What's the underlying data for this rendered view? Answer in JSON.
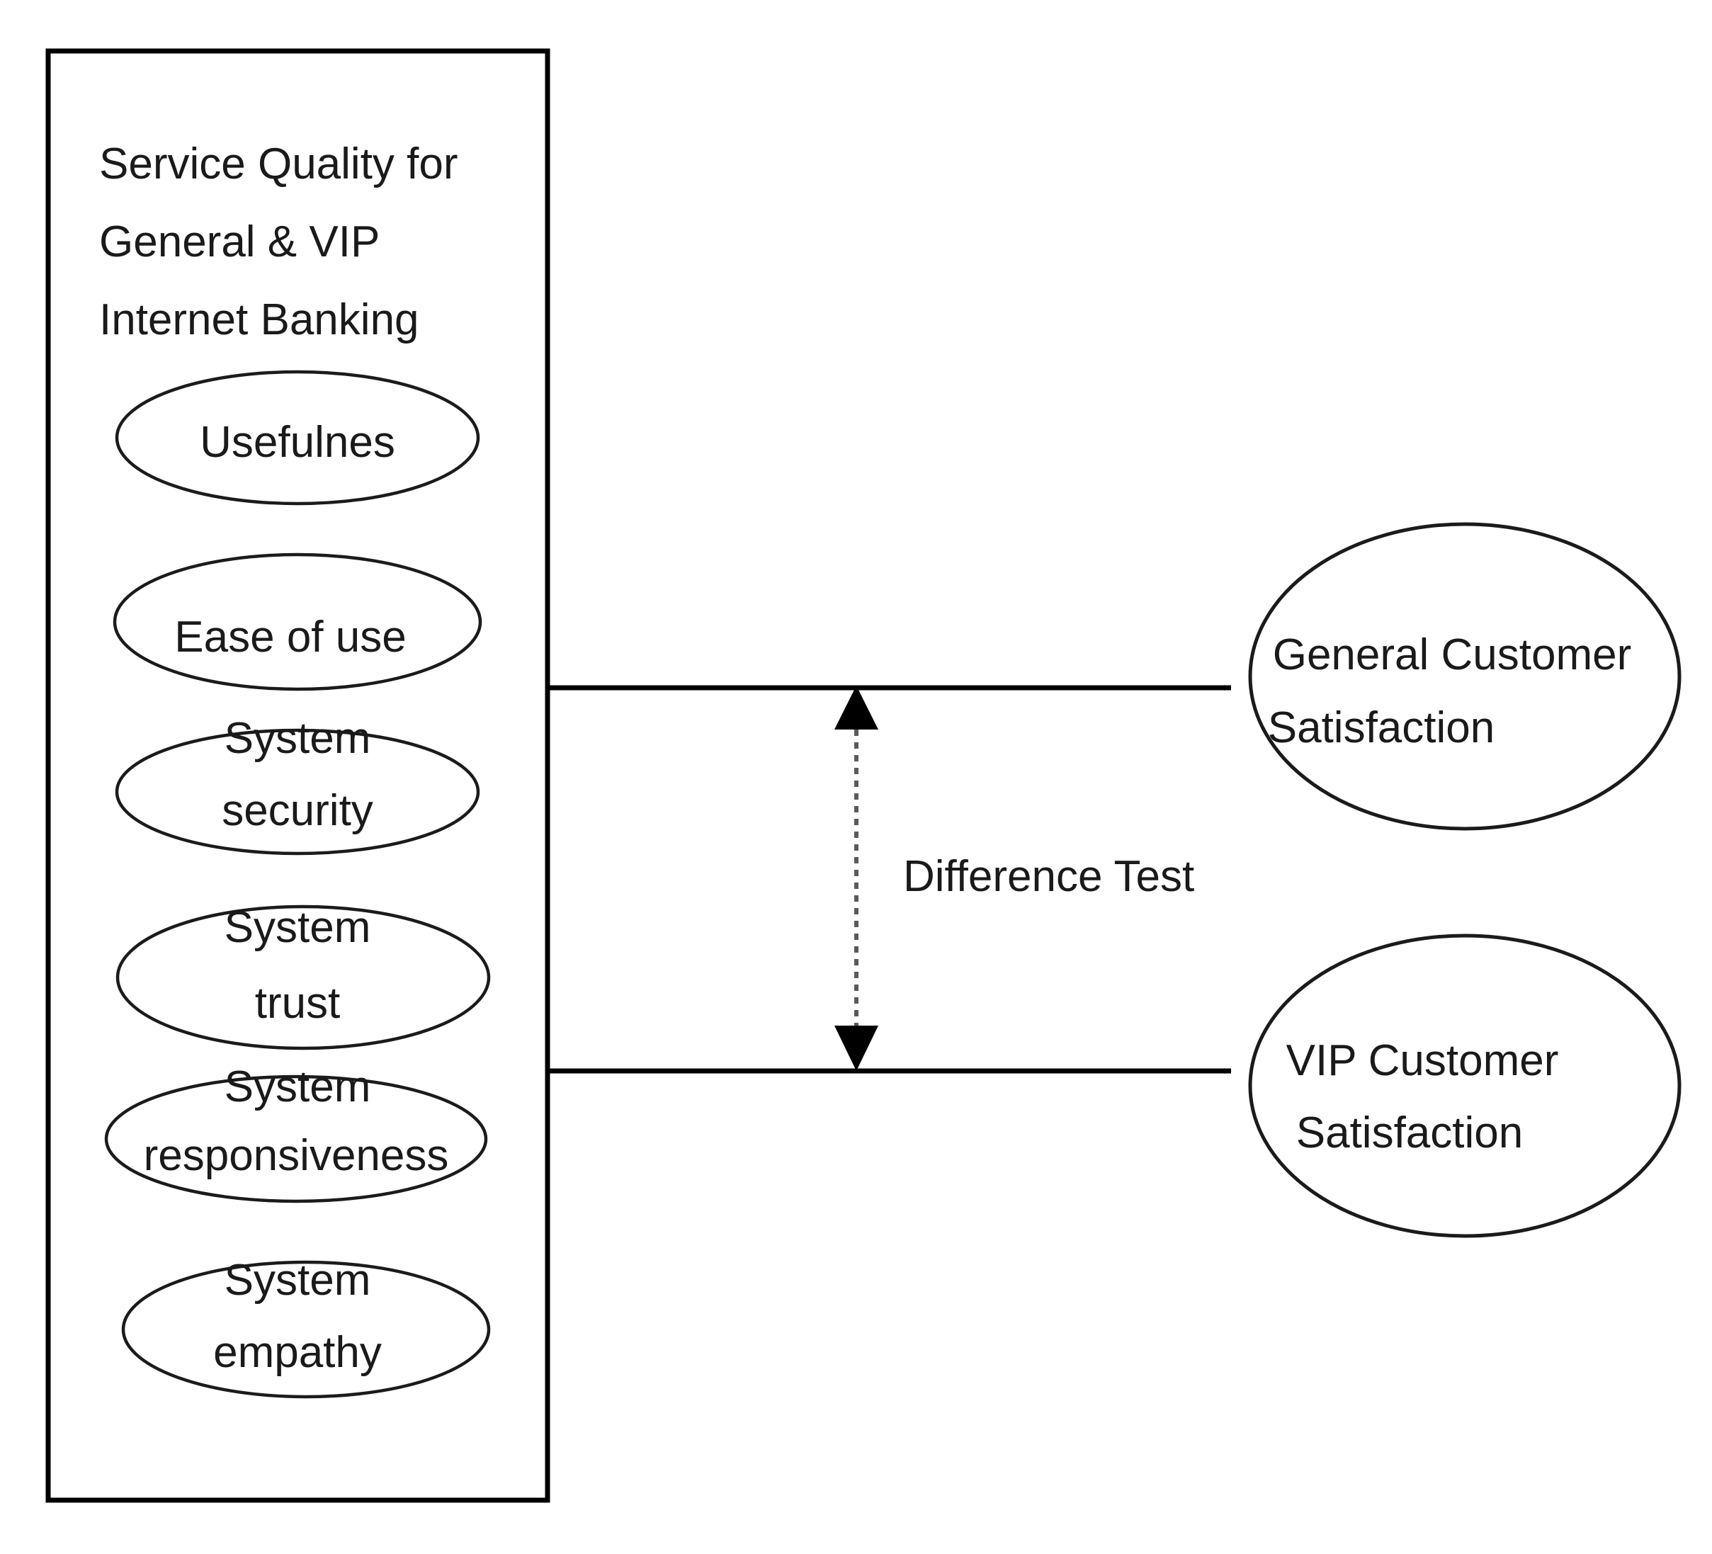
{
  "diagram": {
    "title_lines": [
      "Service    Quality    for",
      "General    & VIP",
      "Internet Banking"
    ],
    "title_full": "Service Quality for General & VIP Internet Banking",
    "antecedents": [
      {
        "id": "usefulness",
        "label": "Usefulnes",
        "lines": [
          "Usefulnes"
        ]
      },
      {
        "id": "ease-of-use",
        "label": "Ease of use",
        "lines": [
          "Ease of use"
        ]
      },
      {
        "id": "system-security",
        "label": "System security",
        "lines": [
          "System",
          "security"
        ]
      },
      {
        "id": "system-trust",
        "label": "System trust",
        "lines": [
          "System",
          "trust"
        ]
      },
      {
        "id": "system-responsiveness",
        "label": "System responsiveness",
        "lines": [
          "System",
          "responsiveness"
        ]
      },
      {
        "id": "system-empathy",
        "label": "System empathy",
        "lines": [
          "System",
          "empathy"
        ]
      }
    ],
    "outcomes": [
      {
        "id": "general-customer-satisfaction",
        "label": "General Customer Satisfaction",
        "lines": [
          "General Customer",
          "Satisfaction"
        ]
      },
      {
        "id": "vip-customer-satisfaction",
        "label": "VIP Customer Satisfaction",
        "lines": [
          "VIP Customer",
          "Satisfaction"
        ]
      }
    ],
    "connector": {
      "label": "Difference Test",
      "style": "dashed-double-headed"
    },
    "colors": {
      "stroke": "#000000",
      "text": "#1a1a1a",
      "dashed": "#5a5a5a",
      "background": "#ffffff"
    }
  }
}
